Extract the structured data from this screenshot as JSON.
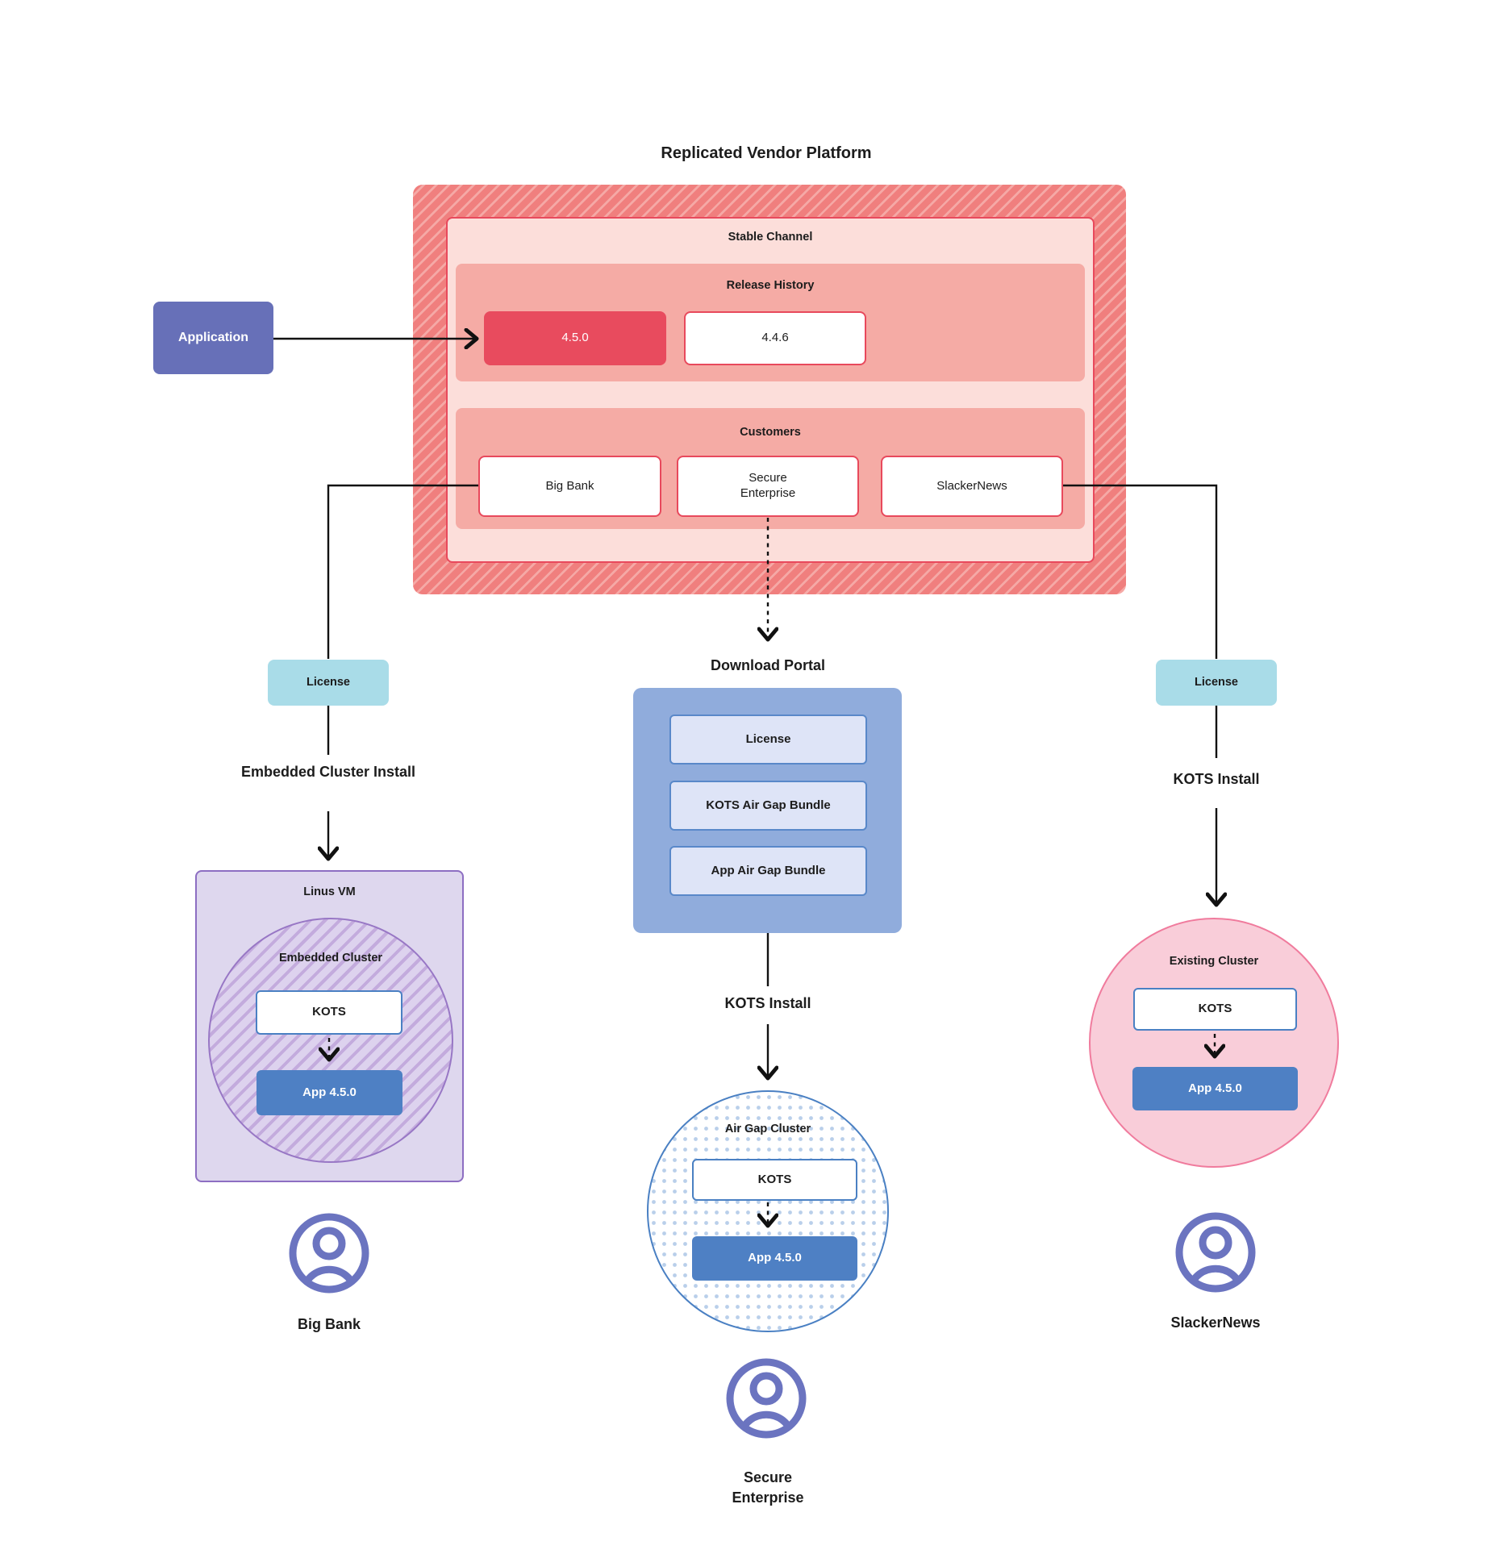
{
  "header": {
    "title": "Replicated Vendor Platform"
  },
  "application": {
    "label": "Application"
  },
  "platform": {
    "stable_channel_label": "Stable Channel",
    "release_history": {
      "title": "Release History",
      "current_version": "4.5.0",
      "previous_version": "4.4.6"
    },
    "customers": {
      "title": "Customers",
      "big_bank": "Big Bank",
      "secure_enterprise": "Secure Enterprise",
      "slackernews": "SlackerNews"
    }
  },
  "left_flow": {
    "license_label": "License",
    "install_label": "Embedded Cluster Install",
    "vm_title": "Linus VM",
    "cluster_title": "Embedded Cluster",
    "kots_label": "KOTS",
    "app_label": "App 4.5.0",
    "customer_label": "Big Bank"
  },
  "center_flow": {
    "portal_title": "Download Portal",
    "portal_items": {
      "license": "License",
      "kots_bundle": "KOTS Air Gap Bundle",
      "app_bundle": "App Air Gap Bundle"
    },
    "install_label": "KOTS Install",
    "cluster_title": "Air Gap Cluster",
    "kots_label": "KOTS",
    "app_label": "App 4.5.0",
    "customer_label": "Secure Enterprise"
  },
  "right_flow": {
    "license_label": "License",
    "install_label": "KOTS Install",
    "cluster_title": "Existing Cluster",
    "kots_label": "KOTS",
    "app_label": "App 4.5.0",
    "customer_label": "SlackerNews"
  },
  "colors": {
    "platform_hatch_base": "#f07f7e",
    "platform_hatch_stripe": "#f5a9a6",
    "stable_bg": "#fcdeda",
    "panel_bg": "#f5aba5",
    "accent_red": "#e84b5e",
    "application_purple": "#6770b8",
    "license_cyan": "#a9dce8",
    "portal_blue": "#90acdc",
    "portal_item_bg": "#dee4f7",
    "portal_item_border": "#5988c9",
    "kots_border_blue": "#4a80c3",
    "app_version_blue": "#4e80c4",
    "vm_bg": "#ded7ee",
    "vm_border": "#8d6ec2",
    "cluster_hatch": "#c3abdd",
    "airgap_dot": "#b9cfea",
    "existing_cluster_pink": "#f9cdd9",
    "existing_cluster_border": "#f07b9d",
    "user_icon_purple": "#6b74c0",
    "wire_black": "#111111"
  }
}
